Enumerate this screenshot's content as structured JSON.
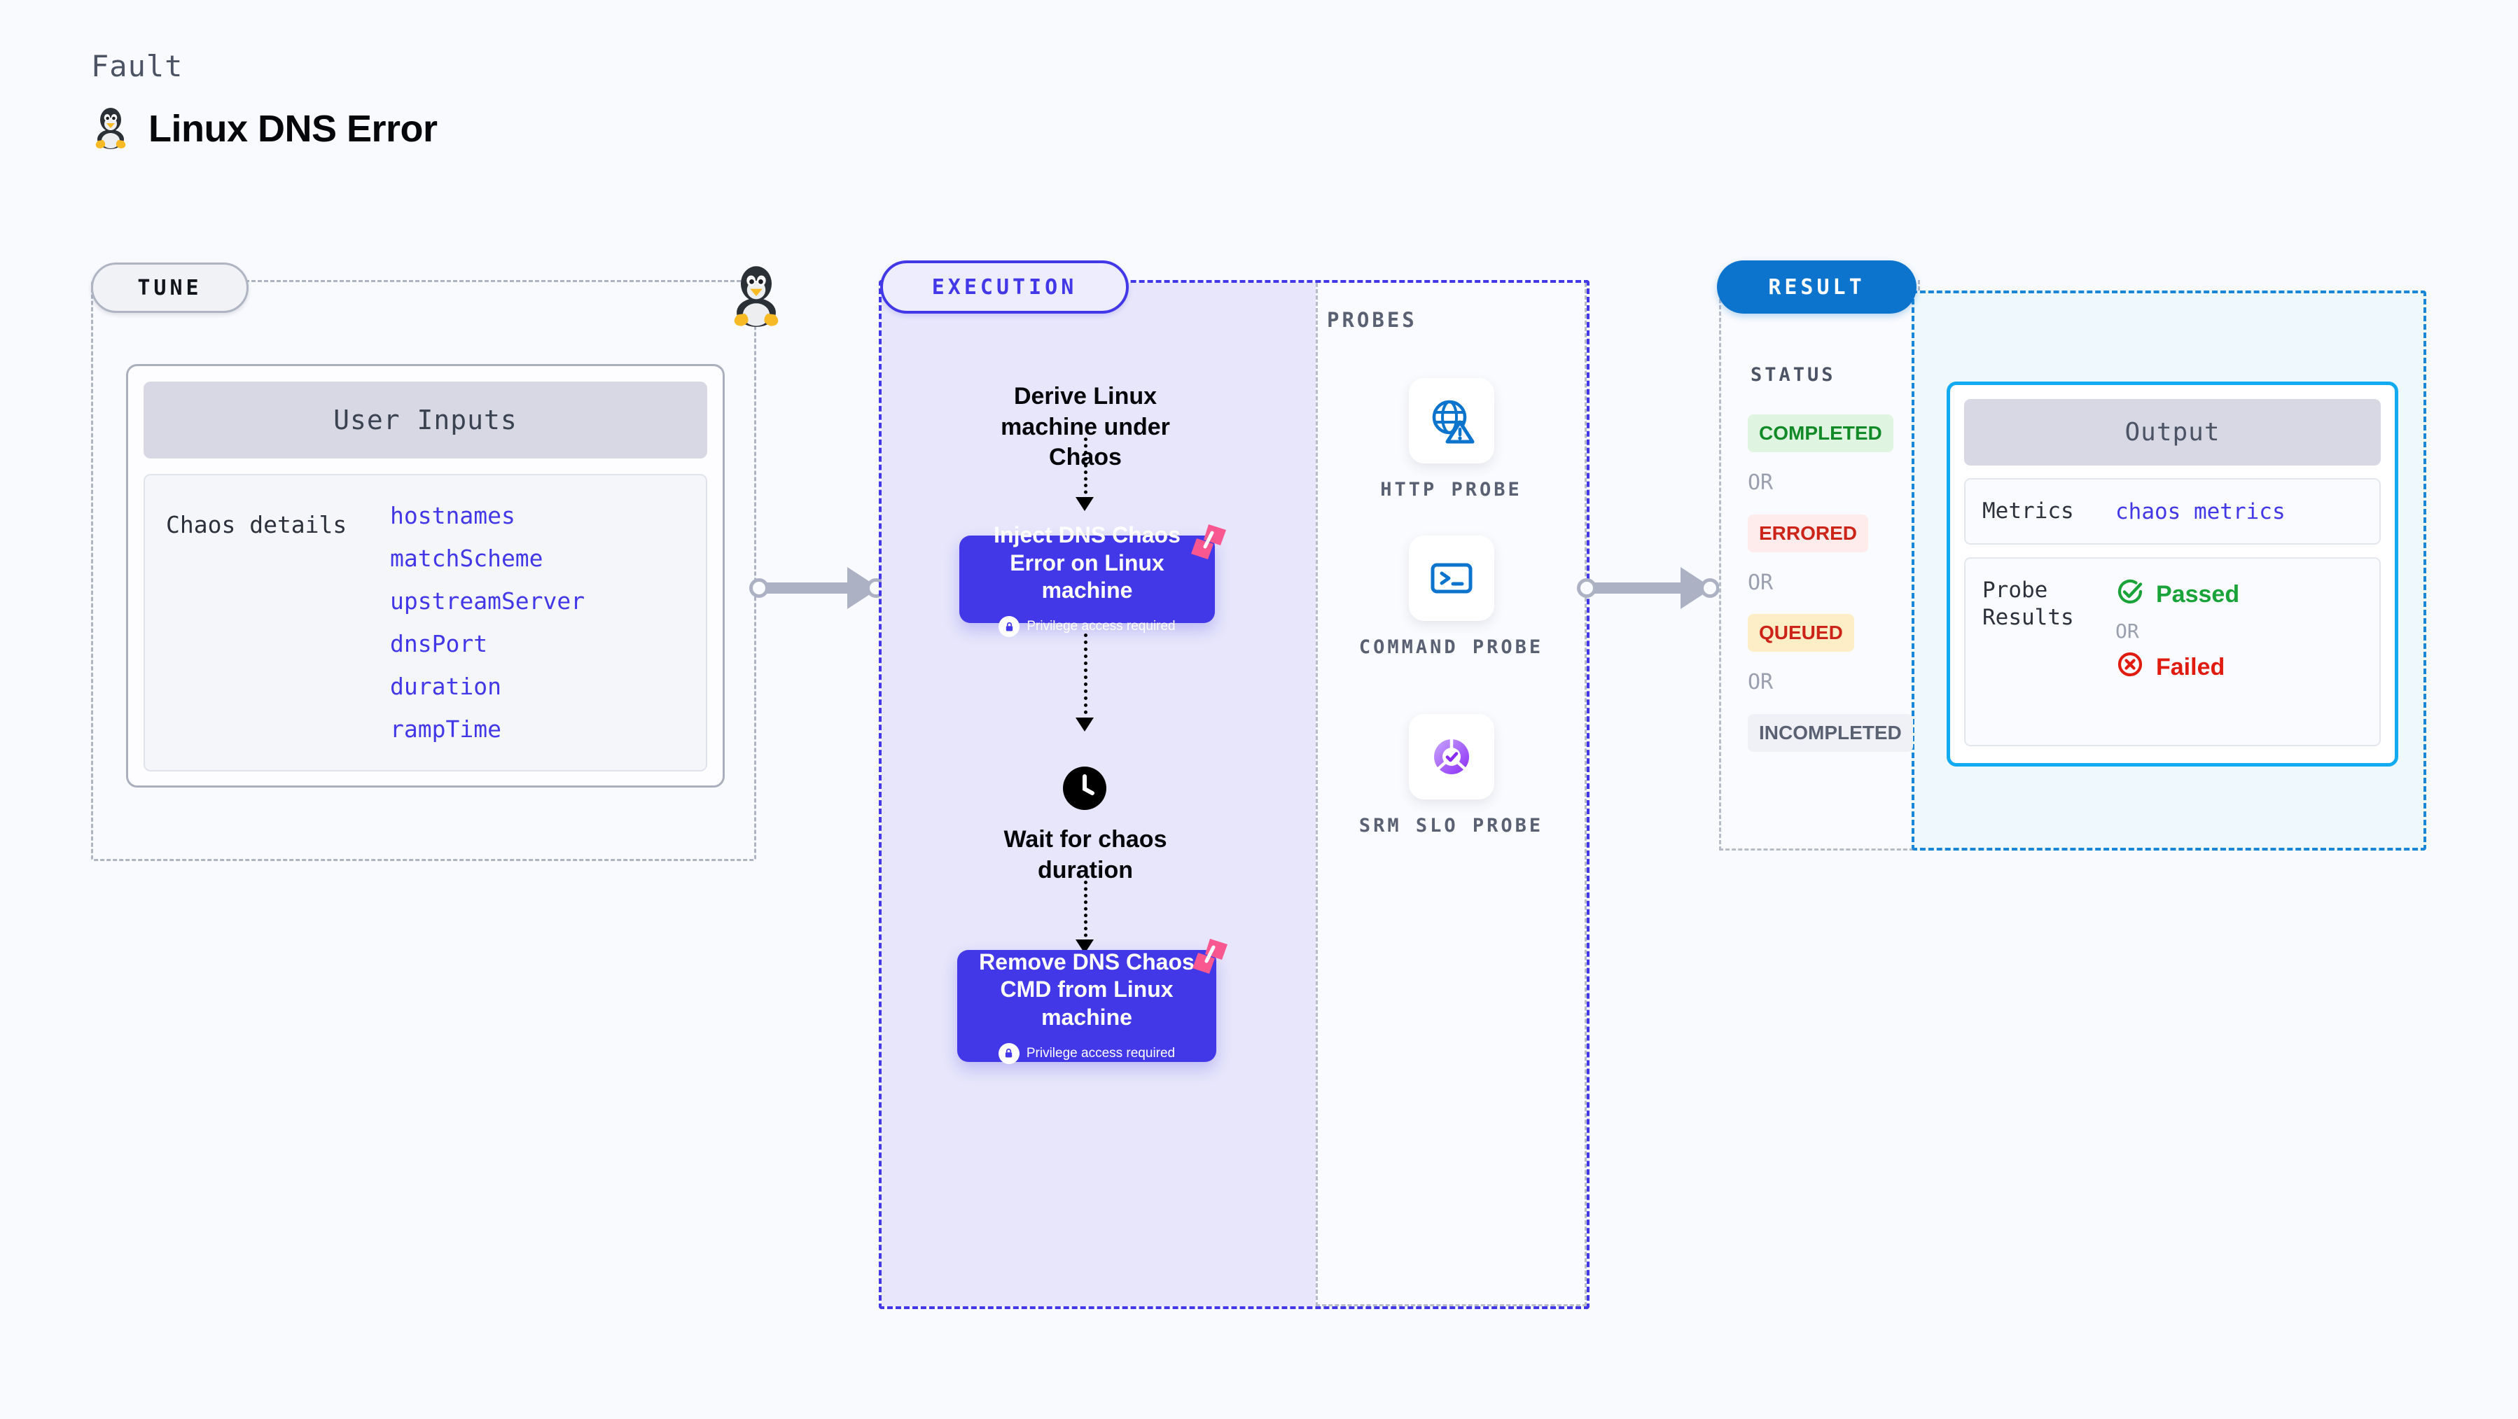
{
  "header": {
    "kicker": "Fault",
    "title": "Linux DNS Error",
    "icon": "tux-penguin-icon"
  },
  "tune": {
    "pill_label": "TUNE",
    "edge_icon": "tux-penguin-icon",
    "card_title": "User Inputs",
    "group_label": "Chaos details",
    "params": [
      "hostnames",
      "matchScheme",
      "upstreamServer",
      "dnsPort",
      "duration",
      "rampTime"
    ]
  },
  "execution": {
    "pill_label": "EXECUTION",
    "step_derive": "Derive Linux machine under Chaos",
    "inject_box": {
      "label": "Inject DNS Chaos Error on Linux machine",
      "privilege_note": "Privilege access required",
      "lock_icon": "lock-icon",
      "corner_icon": "harness-badge-icon"
    },
    "wait_step": {
      "icon": "clock-icon",
      "label": "Wait for chaos duration"
    },
    "remove_box": {
      "label": "Remove DNS Chaos CMD from Linux machine",
      "privilege_note": "Privilege access required",
      "lock_icon": "lock-icon",
      "corner_icon": "harness-badge-icon"
    }
  },
  "probes": {
    "section_title": "PROBES",
    "items": [
      {
        "name": "HTTP PROBE",
        "icon": "globe-warning-icon"
      },
      {
        "name": "COMMAND PROBE",
        "icon": "terminal-icon"
      },
      {
        "name": "SRM SLO PROBE",
        "icon": "slo-gauge-check-icon"
      }
    ]
  },
  "result": {
    "pill_label": "RESULT",
    "status_title": "STATUS",
    "or_label": "OR",
    "statuses": [
      {
        "label": "COMPLETED",
        "text_color": "#128a28",
        "bg_color": "#dff5e1"
      },
      {
        "label": "ERRORED",
        "text_color": "#cc2418",
        "bg_color": "#fdeceb"
      },
      {
        "label": "QUEUED",
        "text_color": "#cc2418",
        "bg_color": "#fdeec8"
      },
      {
        "label": "INCOMPLETED",
        "text_color": "#5a6173",
        "bg_color": "#f0f1f6"
      }
    ],
    "output": {
      "card_title": "Output",
      "metrics_key": "Metrics",
      "metrics_value": "chaos metrics",
      "probe_results_key": "Probe Results",
      "passed_label": "Passed",
      "failed_label": "Failed",
      "or_label": "OR",
      "passed_icon": "check-circle-icon",
      "failed_icon": "x-circle-icon"
    }
  },
  "colors": {
    "accent_indigo": "#4338e8",
    "accent_blue": "#0d74ce",
    "accent_cyan": "#12aaf0",
    "connector_gray": "#adb1c4",
    "page_bg": "#f9fafe"
  }
}
